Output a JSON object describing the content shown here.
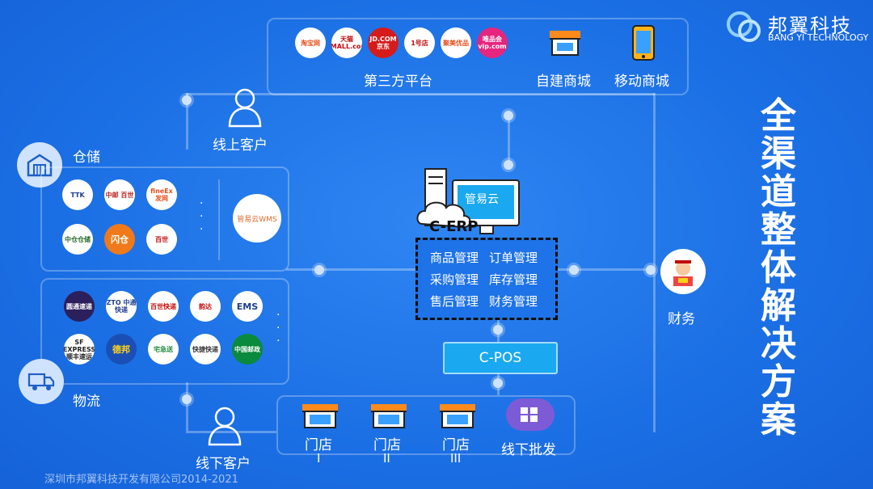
{
  "brand": {
    "name": "邦翼科技",
    "sub": "BANG YI TECHNOLOGY"
  },
  "vertical_title": "全渠道整体解决方案",
  "top": {
    "platforms_label": "第三方平台",
    "self_mall_label": "自建商城",
    "mobile_mall_label": "移动商城",
    "logos": [
      "淘宝网",
      "天猫 TMALL.com",
      "JD.COM 京东",
      "1号店",
      "聚美优品",
      "唯品会 vip.com"
    ]
  },
  "online_customer": "线上客户",
  "offline_customer": "线下客户",
  "warehouse": {
    "label": "仓储",
    "logos": [
      "TTK",
      "中邮 百世",
      "fineEx 发网",
      "中仓仓储",
      "闪仓",
      "百世"
    ],
    "wms": "管易云WMS",
    "dots": "·\n·\n·"
  },
  "logistics": {
    "label": "物流",
    "logos": [
      "圆通速递",
      "ZTO 中通快递",
      "百世快递",
      "韵达",
      "EMS",
      "SF EXPRESS 顺丰速运",
      "德邦",
      "宅急送",
      "快捷快递",
      "中国邮政"
    ],
    "dots": "·\n·\n·"
  },
  "erp": {
    "cloud": "C-ERP",
    "monitor": "管易云",
    "items": [
      "商品管理",
      "订单管理",
      "采购管理",
      "库存管理",
      "售后管理",
      "财务管理"
    ]
  },
  "pos": "C-POS",
  "finance": "财务",
  "stores": [
    {
      "label": "门店",
      "num": "I"
    },
    {
      "label": "门店",
      "num": "II"
    },
    {
      "label": "门店",
      "num": "III"
    }
  ],
  "wholesale": "线下批发",
  "footer": "深圳市邦翼科技开发有限公司2014-2021",
  "colors": {
    "bg": "#1f72e6",
    "accent": "#1aa9f0",
    "line": "#cfe3ff"
  }
}
